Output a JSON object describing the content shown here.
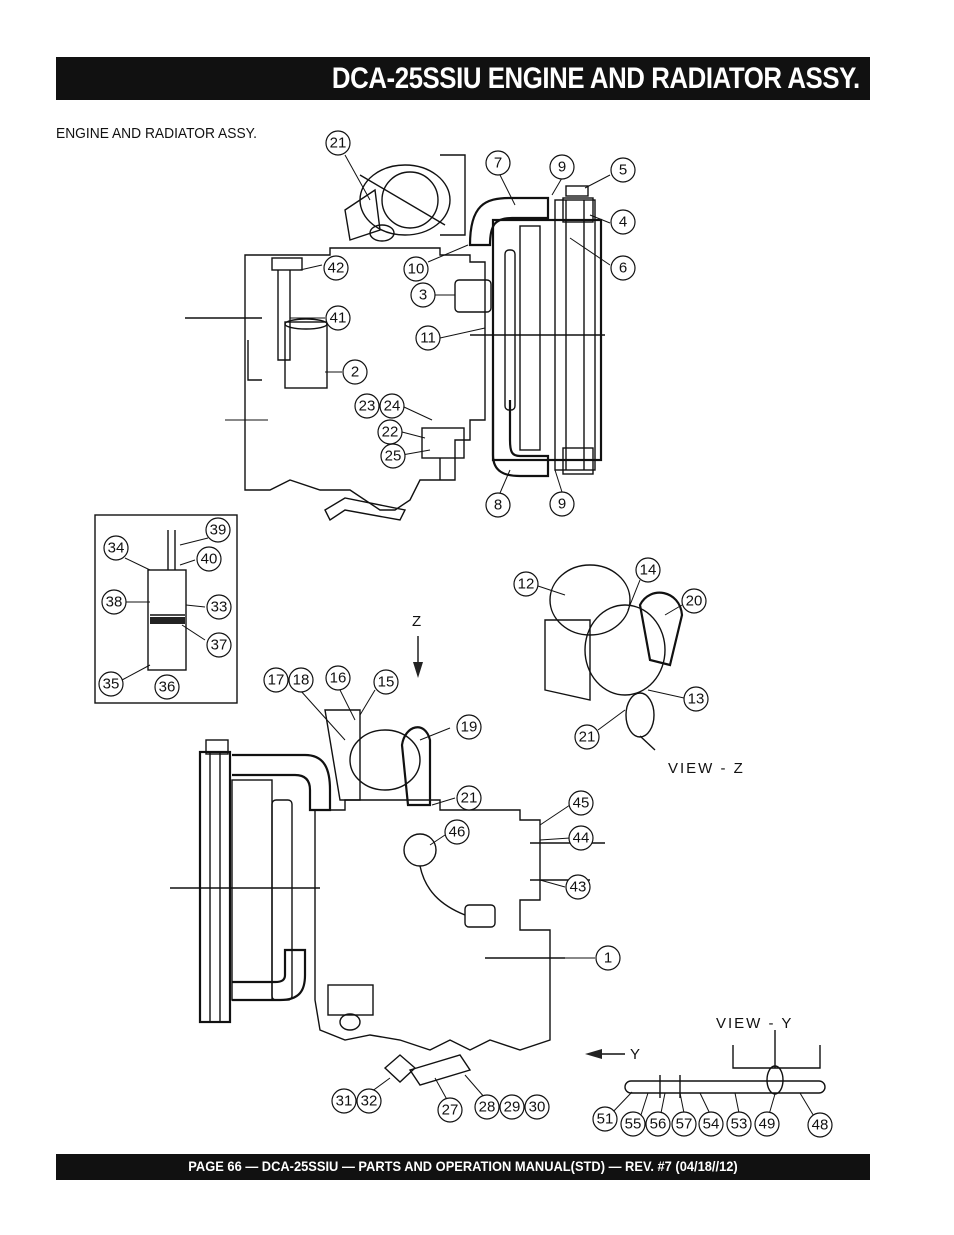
{
  "header": {
    "title": "DCA-25SSIU  ENGINE AND RADIATOR ASSY."
  },
  "diagram": {
    "caption": "ENGINE AND RADIATOR ASSY.",
    "view_z_label": "VIEW - Z",
    "view_y_label": "VIEW - Y",
    "z_arrow_label": "Z",
    "y_arrow_label": "Y",
    "callouts": [
      "21",
      "7",
      "9",
      "5",
      "4",
      "6",
      "10",
      "42",
      "3",
      "41",
      "11",
      "2",
      "23",
      "24",
      "22",
      "25",
      "8",
      "9",
      "39",
      "34",
      "40",
      "38",
      "33",
      "37",
      "35",
      "36",
      "12",
      "14",
      "20",
      "13",
      "21",
      "17",
      "18",
      "16",
      "15",
      "19",
      "21",
      "45",
      "46",
      "44",
      "43",
      "1",
      "31",
      "32",
      "27",
      "28",
      "29",
      "30",
      "51",
      "55",
      "56",
      "57",
      "54",
      "53",
      "49",
      "48"
    ]
  },
  "footer": {
    "text": "PAGE 66 — DCA-25SSIU — PARTS AND OPERATION  MANUAL(STD) — REV. #7  (04/18//12)"
  }
}
